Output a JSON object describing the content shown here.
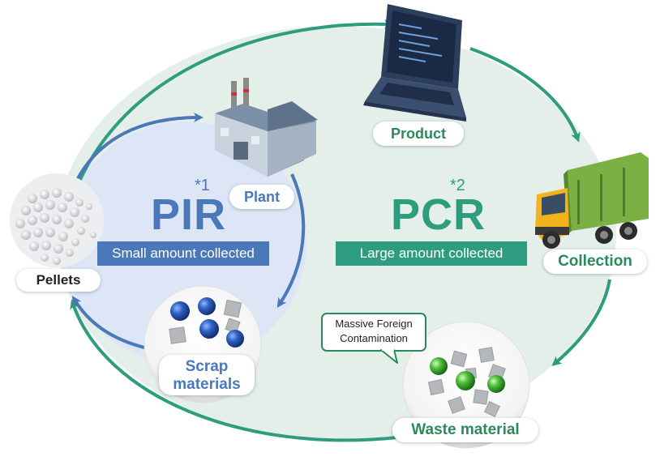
{
  "pir": {
    "title": "PIR",
    "footnote": "*1",
    "banner": "Small amount collected"
  },
  "pcr": {
    "title": "PCR",
    "footnote": "*2",
    "banner": "Large amount collected"
  },
  "nodes": {
    "product": "Product",
    "plant": "Plant",
    "collection": "Collection",
    "pellets": "Pellets",
    "scrap_line1": "Scrap",
    "scrap_line2": "materials",
    "waste": "Waste material"
  },
  "callout": {
    "line1": "Massive Foreign",
    "line2": "Contamination"
  },
  "colors": {
    "pir_blue": "#4a78b8",
    "pcr_green": "#2e9c7e",
    "label_green": "#2a8a5c",
    "pir_bg": "#dde6f6",
    "pcr_bg": "#e4efe9"
  }
}
